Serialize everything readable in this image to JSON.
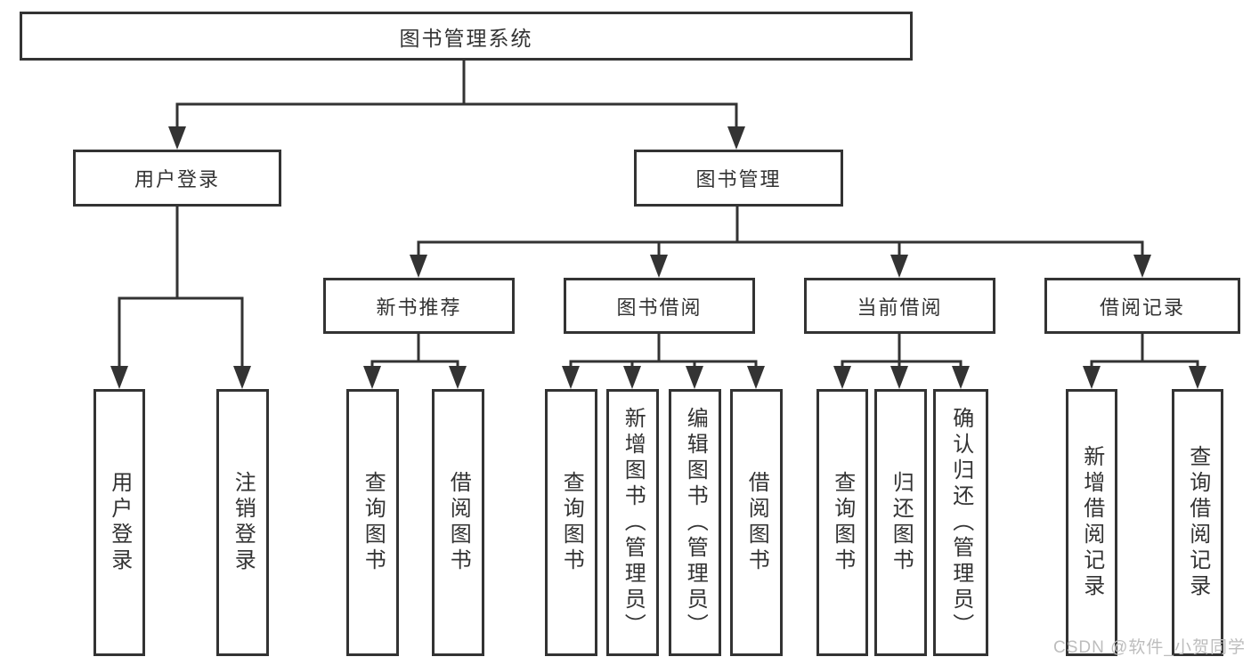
{
  "diagram": {
    "title": "图书管理系统",
    "tree": {
      "root": {
        "label": "图书管理系统"
      },
      "user_login": {
        "label": "用户登录",
        "children": [
          "用户登录",
          "注销登录"
        ]
      },
      "book_mgmt": {
        "label": "图书管理",
        "sections": [
          {
            "label": "新书推荐",
            "children": [
              "查询图书",
              "借阅图书"
            ]
          },
          {
            "label": "图书借阅",
            "children": [
              "查询图书",
              "新增图书（管理员）",
              "编辑图书（管理员）",
              "借阅图书"
            ]
          },
          {
            "label": "当前借阅",
            "children": [
              "查询图书",
              "归还图书",
              "确认归还（管理员）"
            ]
          },
          {
            "label": "借阅记录",
            "children": [
              "新增借阅记录",
              "查询借阅记录"
            ]
          }
        ]
      }
    },
    "colors": {
      "line": "#333333",
      "text": "#333333",
      "box_fill": "#ffffff",
      "watermark": "#bdbdbd"
    }
  },
  "watermark": {
    "text": "CSDN @软件_小贺同学"
  }
}
